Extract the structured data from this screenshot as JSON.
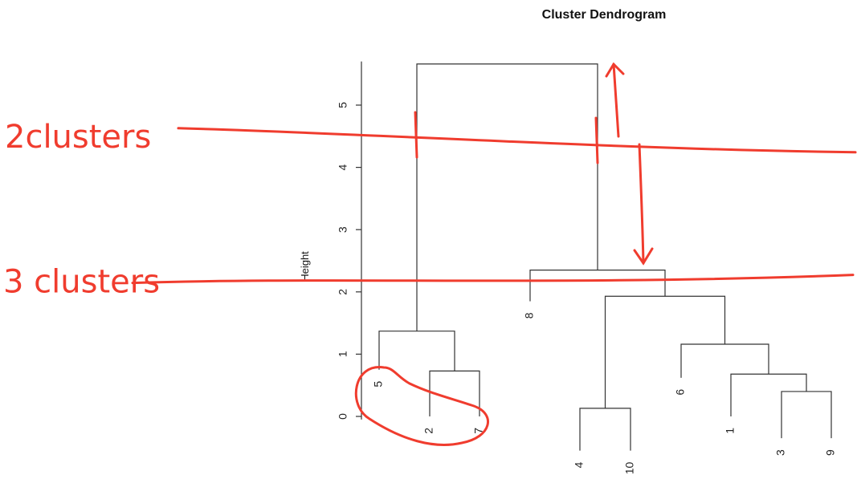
{
  "chart_data": {
    "type": "dendrogram",
    "title": "Cluster Dendrogram",
    "ylabel": "Height",
    "ylim": [
      0,
      5.7
    ],
    "yticks": [
      0,
      1,
      2,
      3,
      4,
      5
    ],
    "leaves": [
      {
        "label": "5",
        "height": 0.75
      },
      {
        "label": "2",
        "height": 0.0
      },
      {
        "label": "7",
        "height": 0.0
      },
      {
        "label": "8",
        "height": 1.85
      },
      {
        "label": "4",
        "height": -0.55
      },
      {
        "label": "10",
        "height": -0.55
      },
      {
        "label": "6",
        "height": 0.62
      },
      {
        "label": "1",
        "height": 0.0
      },
      {
        "label": "3",
        "height": -0.35
      },
      {
        "label": "9",
        "height": -0.35
      }
    ],
    "merges": [
      {
        "id": "A",
        "left": "2",
        "right": "7",
        "height": 0.73
      },
      {
        "id": "B",
        "left": "5",
        "right": "A",
        "height": 1.37
      },
      {
        "id": "C",
        "left": "3",
        "right": "9",
        "height": 0.4
      },
      {
        "id": "D",
        "left": "1",
        "right": "C",
        "height": 0.68
      },
      {
        "id": "E",
        "left": "6",
        "right": "D",
        "height": 1.16
      },
      {
        "id": "F",
        "left": "4",
        "right": "10",
        "height": 0.13
      },
      {
        "id": "G",
        "left": "F",
        "right": "E",
        "height": 1.93
      },
      {
        "id": "H",
        "left": "8",
        "right": "G",
        "height": 2.35
      },
      {
        "id": "I",
        "left": "B",
        "right": "H",
        "height": 5.66
      }
    ],
    "cut_lines": [
      {
        "label": "2clusters",
        "height": 4.5
      },
      {
        "label": "3 clusters",
        "height": 2.17
      }
    ]
  },
  "colors": {
    "annotation": "#f03c2e",
    "tree": "#333333"
  }
}
